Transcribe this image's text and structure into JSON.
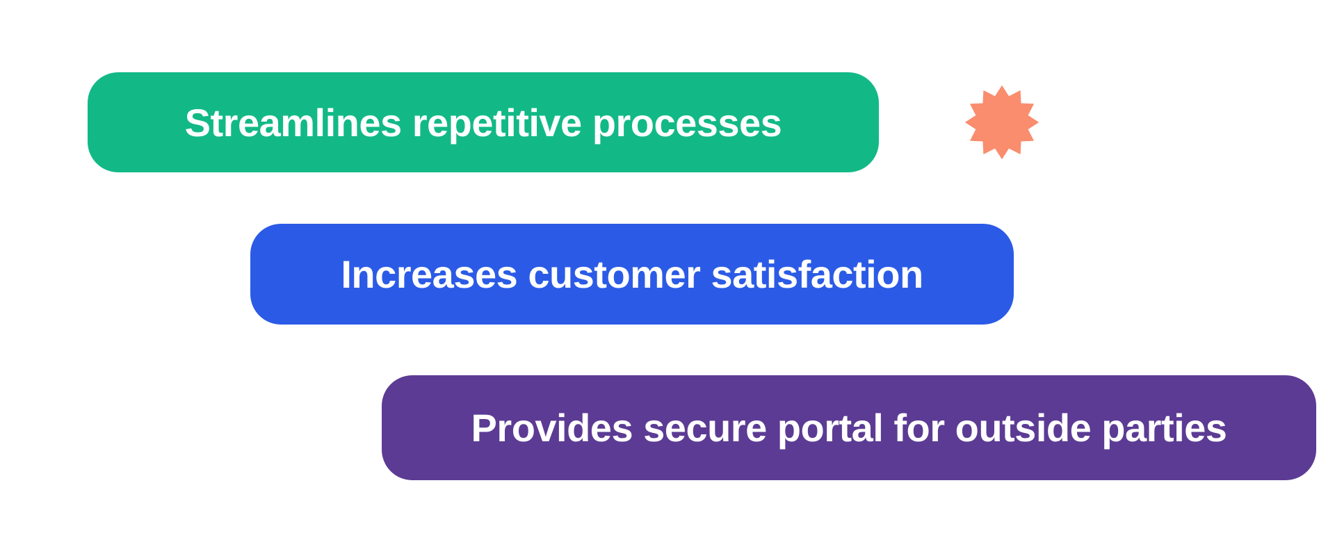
{
  "graphic": {
    "background_color": "#ffffff",
    "pills": [
      {
        "label": "Streamlines repetitive processes",
        "color": "#12B986",
        "text_color": "#ffffff"
      },
      {
        "label": "Increases customer satisfaction",
        "color": "#2B5BE6",
        "text_color": "#ffffff"
      },
      {
        "label": "Provides secure portal for outside parties",
        "color": "#5C3B94",
        "text_color": "#ffffff"
      }
    ],
    "star": {
      "color": "#F98D6E",
      "points": 12
    }
  }
}
